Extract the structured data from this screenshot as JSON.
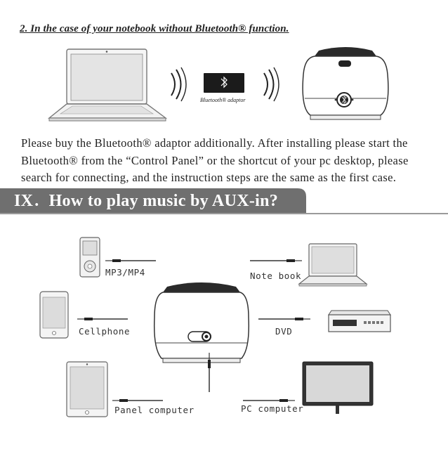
{
  "section2": {
    "heading": "2. In the case of your notebook without Bluetooth® function.",
    "adaptor_label": "Bluetooth® adaptor",
    "paragraph_lines": [
      "Please buy the Bluetooth® adaptor additionally. After installing please start the",
      "Bluetooth® from the “Control Panel” or the shortcut of your pc desktop, please",
      "search for connecting, and the instruction steps are the same as the first case."
    ]
  },
  "section9": {
    "number": "IX",
    "separator": ".",
    "title": "How to play music by AUX-in?"
  },
  "devices": {
    "mp3": "MP3/MP4",
    "notebook": "Note book",
    "cellphone": "Cellphone",
    "dvd": "DVD",
    "panel": "Panel computer",
    "pc": "PC computer"
  },
  "colors": {
    "banner": "#6f6f6f",
    "line": "#9a9a9a",
    "ink": "#222222"
  },
  "icons": [
    "bluetooth-icon",
    "aux-port-icon"
  ]
}
